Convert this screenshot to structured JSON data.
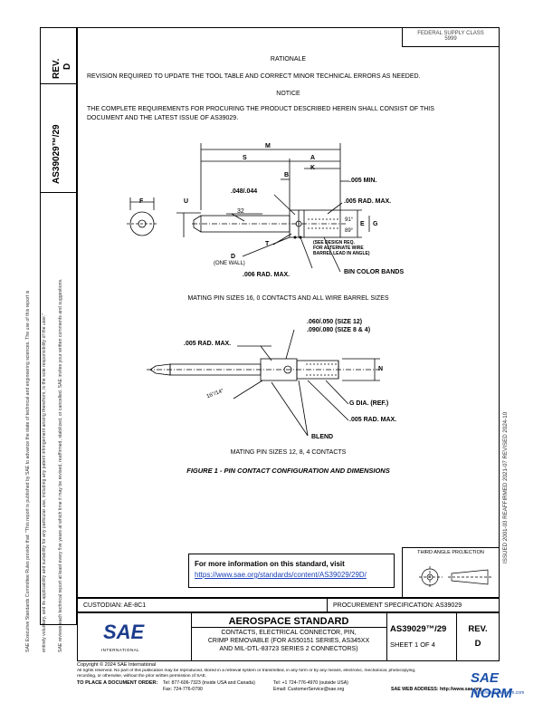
{
  "header": {
    "issuer_line1": "FEDERAL SUPPLY CLASS",
    "issuer_line2": "5999"
  },
  "rev_side": {
    "rev_label": "REV.",
    "rev_value": "D",
    "doc_number": "AS39029™/29"
  },
  "left_margin": {
    "line1": "SAE Executive Standards Committee Rules provide that: \"This report is published by SAE to advance the state of technical and engineering sciences. The use of this report is",
    "line2": "entirely voluntary, and its applicability and suitability for any particular use, including any patent infringement arising therefrom, is the sole responsibility of the user.\"",
    "line3": "SAE reviews each technical report at least every five years at which time it may be revised, reaffirmed, stabilized, or cancelled. SAE invites your written comments and suggestions."
  },
  "rationale": {
    "heading": "RATIONALE",
    "text": "REVISION REQUIRED TO UPDATE THE TOOL TABLE AND CORRECT MINOR TECHNICAL ERRORS AS NEEDED."
  },
  "notice": {
    "heading": "NOTICE",
    "line1": "THE COMPLETE REQUIREMENTS FOR PROCURING THE PRODUCT DESCRIBED HEREIN SHALL CONSIST OF THIS",
    "line2": "DOCUMENT AND THE LATEST ISSUE OF AS39029."
  },
  "figure_top": {
    "labels": {
      "M": "M",
      "S": "S",
      "A": "A",
      "B": "B",
      "K": "K",
      "F": "F",
      "U": "U",
      "E": "E",
      "G": "G",
      "T": "T",
      "d048": ".048/.044",
      "min005": ".005 MIN.",
      "rad005": ".005 RAD. MAX.",
      "deg32": "32",
      "deg91": "91°",
      "deg89": "89°",
      "see_design1": "(SEE DESIGN REQ.",
      "see_design2": "FOR ALTERNATE WIRE",
      "see_design3": "BARREL LEAD IN ANGLE)",
      "D": "D",
      "one_wall": "(ONE WALL)",
      "rad006": ".006 RAD. MAX.",
      "bin_color": "BIN COLOR BANDS"
    },
    "caption": "MATING PIN SIZES 16, 0 CONTACTS AND ALL WIRE BARREL SIZES"
  },
  "figure_bottom": {
    "labels": {
      "size12": ".060/.050 (SIZE 12)",
      "size84": ".090/.080 (SIZE 8 & 4)",
      "rad005": ".005 RAD. MAX.",
      "N": "N",
      "deg": "16°/14°",
      "gdia": "G DIA. (REF.)",
      "rad005b": ".005 RAD. MAX.",
      "blend": "BLEND"
    },
    "caption": "MATING PIN SIZES 12, 8, 4 CONTACTS"
  },
  "figure_title": "FIGURE 1 - PIN CONTACT CONFIGURATION AND DIMENSIONS",
  "right_margin": {
    "text": "ISSUED 2001-03    REAFFIRMED 2021-07    REVISED 2024-10"
  },
  "info_box": {
    "heading": "For more information on this standard, visit",
    "link": "https://www.sae.org/standards/content/AS39029/29D/"
  },
  "third_angle": "THIRD ANGLE PROJECTION",
  "custodian": "CUSTODIAN: AE-8C1",
  "procurement": "PROCUREMENT SPECIFICATION: AS39029",
  "title_block": {
    "logo_text": "SAE",
    "logo_sub": "INTERNATIONAL",
    "standard_label": "AEROSPACE STANDARD",
    "desc1": "CONTACTS, ELECTRICAL CONNECTOR, PIN,",
    "desc2": "CRIMP REMOVABLE (FOR AS50151 SERIES, AS345XX",
    "desc3": "AND MIL-DTL-83723 SERIES 2 CONNECTORS)",
    "doc_number": "AS39029™/29",
    "sheet": "SHEET 1 OF 4",
    "rev_label": "REV.",
    "rev_value": "D"
  },
  "footer": {
    "copyright": "Copyright © 2024 SAE International",
    "rights1": "All rights reserved. No part of this publication may be reproduced, stored in a retrieval system or transmitted, in any form or by any means, electronic, mechanical, photocopying,",
    "rights2": "recording, or otherwise, without the prior written permission of SAE.",
    "order": "TO PLACE A DOCUMENT ORDER:",
    "tel1": "Tel:  877-606-7323 (inside USA and Canada)",
    "fax": "Fax:  724-776-0790",
    "tel2": "Tel:  +1 724-776-4970 (outside USA)",
    "email": "Email: CustomerService@sae.org",
    "web": "SAE WEB ADDRESS:  http://www.sae.org",
    "watermark": "SAE NORM",
    "watermark_url": "https://www.saenorm.com"
  }
}
